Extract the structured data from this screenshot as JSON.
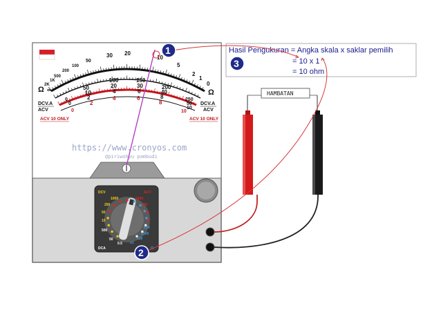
{
  "meter": {
    "ohm_scale": [
      "2K",
      "1K",
      "500",
      "200",
      "100",
      "50",
      "30",
      "20",
      "10",
      "5",
      "2",
      "1",
      "0"
    ],
    "dc_scale": [
      "0",
      "50",
      "100",
      "150",
      "200",
      "250"
    ],
    "dc_scale_mid": [
      "10",
      "20",
      "30",
      "40",
      "50"
    ],
    "dc_scale_low": [
      "0",
      "2",
      "4",
      "6",
      "8",
      "10"
    ],
    "acv_scale": [
      "0",
      "2",
      "4",
      "6",
      "8",
      "10"
    ],
    "ohm_symbol": "Ω",
    "inf_symbol": "∞",
    "dcva_label": "DCV.A",
    "acv_label": "ACV",
    "acv10_label": "ACV 10 ONLY"
  },
  "watermark": {
    "url": "https://www.cronyos.com",
    "author": "@piriwohyu pambudi"
  },
  "dial": {
    "dcv_label": "DCV",
    "acv_label": "ACV",
    "dca_label": "DCA",
    "dcv_ranges": [
      "1000",
      "250",
      "50",
      "10"
    ],
    "acv_ranges": [
      "1000",
      "250",
      "50",
      "10"
    ],
    "ohm_ranges": [
      "x1K",
      "x100",
      "x10",
      "x1"
    ],
    "dca_ranges": [
      "500",
      "50",
      "0.5"
    ],
    "ohm_symbol": "Ω"
  },
  "probe_label": "HAMBATAN",
  "result": {
    "line1": "Hasil Pengukuran = Angka skala x saklar pemilih",
    "line2": "= 10 x 1",
    "line3": "= 10 ohm"
  },
  "badges": [
    "1",
    "2",
    "3"
  ],
  "colors": {
    "accent_blue": "#1f2a8a",
    "red_probe": "#d31a1a",
    "black_probe": "#1a1a1a",
    "annotation_line": "#d9373a",
    "needle": "#b040c0"
  }
}
